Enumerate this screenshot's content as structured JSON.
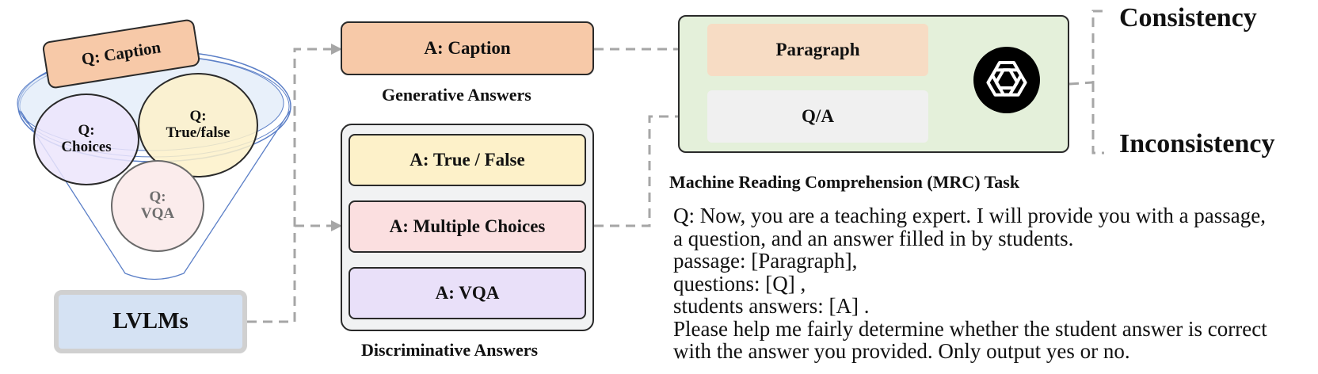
{
  "funnel": {
    "caption_q": "Q: Caption",
    "choices_q": "Q:\nChoices",
    "truefalse_q": "Q:\nTrue/false",
    "vqa_q": "Q:\nVQA"
  },
  "lvlms": {
    "label": "LVLMs"
  },
  "generative": {
    "answer": "A: Caption",
    "label": "Generative Answers"
  },
  "discriminative": {
    "answers": [
      "A: True / False",
      "A: Multiple Choices",
      "A: VQA"
    ],
    "label": "Discriminative Answers"
  },
  "mrc": {
    "paragraph": "Paragraph",
    "qa": "Q/A",
    "label": "Machine Reading Comprehension (MRC) Task",
    "logo_name": "openai-logo"
  },
  "outcomes": {
    "consistency": "Consistency",
    "inconsistency": "Inconsistency"
  },
  "prompt": {
    "lines": [
      "Q:  Now, you are a teaching expert. I will provide you with a passage,",
      "a question, and an answer filled in by students.",
      "passage: [Paragraph],",
      "questions: [Q] ,",
      "students answers: [A] .",
      "Please help me fairly determine whether the student answer is correct",
      "with the answer you provided. Only output yes or no."
    ]
  },
  "colors": {
    "caption": "#f7c9a8",
    "truefalse": "#fdf1c9",
    "multiple": "#fbdfe0",
    "vqa": "#e9e0f9",
    "choices_ellipse": "#ece5fb",
    "vqa_ellipse": "#fbecec",
    "lvlms": "#d5e2f3",
    "mrc_bg": "#e4f0da",
    "paragraph": "#f7dcc4",
    "qa": "#f0f0f0",
    "dash": "#a6a6a6",
    "funnel_line": "#5b7fc7"
  }
}
